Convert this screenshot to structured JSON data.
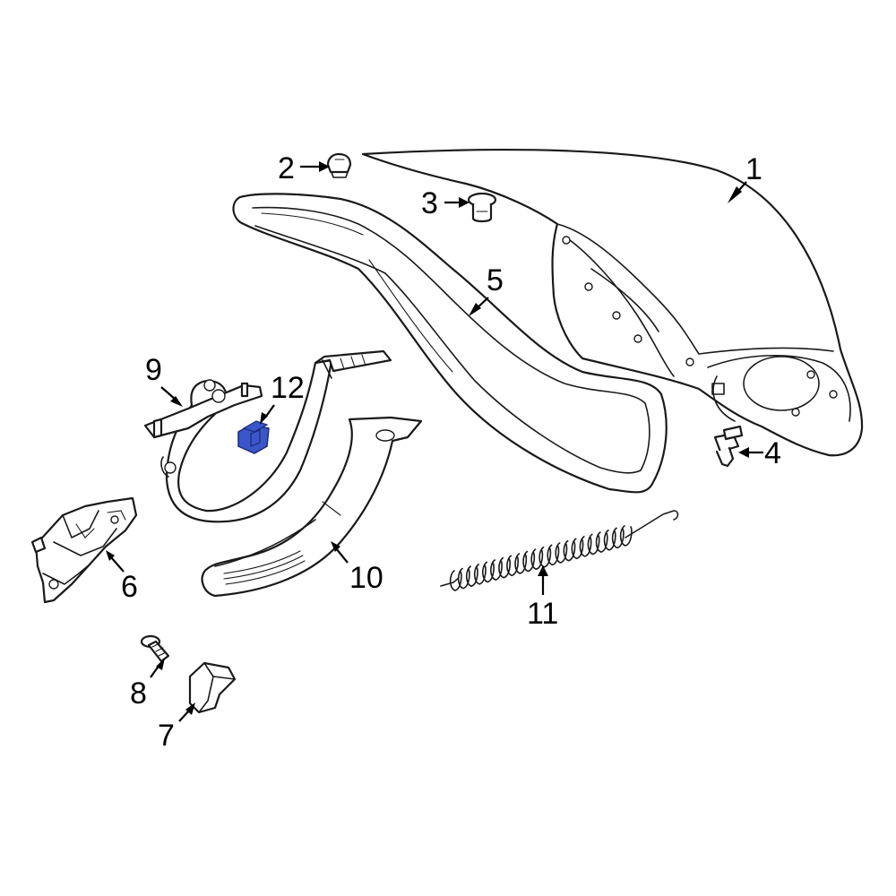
{
  "callouts": {
    "c1": "1",
    "c2": "2",
    "c3": "3",
    "c4": "4",
    "c5": "5",
    "c6": "6",
    "c7": "7",
    "c8": "8",
    "c9": "9",
    "c10": "10",
    "c11": "11",
    "c12": "12"
  },
  "colors": {
    "highlight_fill": "#3a56c8",
    "highlight_stroke": "#1b2a7a",
    "line": "#1a1a1a"
  }
}
